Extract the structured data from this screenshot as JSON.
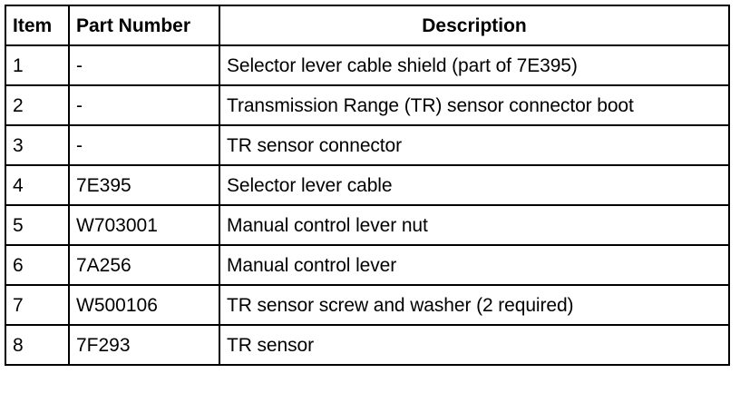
{
  "table": {
    "headers": {
      "item": "Item",
      "part_number": "Part Number",
      "description": "Description"
    },
    "rows": [
      {
        "item": "1",
        "part_number": "-",
        "description": "Selector lever cable shield (part of 7E395)"
      },
      {
        "item": "2",
        "part_number": "-",
        "description": "Transmission Range (TR) sensor connector boot"
      },
      {
        "item": "3",
        "part_number": "-",
        "description": "TR sensor connector"
      },
      {
        "item": "4",
        "part_number": "7E395",
        "description": "Selector lever cable"
      },
      {
        "item": "5",
        "part_number": "W703001",
        "description": "Manual control lever nut"
      },
      {
        "item": "6",
        "part_number": "7A256",
        "description": "Manual control lever"
      },
      {
        "item": "7",
        "part_number": "W500106",
        "description": "TR sensor screw and washer (2 required)"
      },
      {
        "item": "8",
        "part_number": "7F293",
        "description": "TR sensor"
      }
    ]
  }
}
